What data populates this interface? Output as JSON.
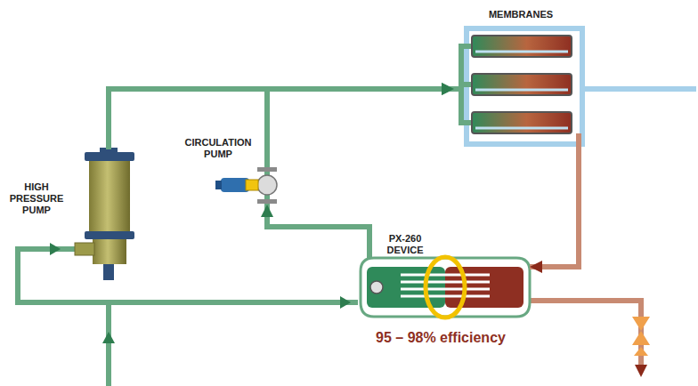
{
  "diagram": {
    "nodes": [
      {
        "text": [
          "MEMBRANES"
        ]
      },
      {
        "text": [
          "CIRCULATION PUMP"
        ]
      },
      {
        "text": [
          "HIGH PRESSURE PUMP"
        ]
      },
      {
        "text": [
          "PX-260 DEVICE",
          "95 – 98% efficiency"
        ]
      }
    ],
    "edges": [
      {
        "from": 2,
        "to": 0,
        "arrow": "to"
      },
      {
        "from": 1,
        "to": 0,
        "arrow": "to"
      },
      {
        "from": 3,
        "to": 1,
        "arrow": "to"
      },
      {
        "from": 0,
        "to": 3,
        "arrow": "to"
      }
    ]
  }
}
